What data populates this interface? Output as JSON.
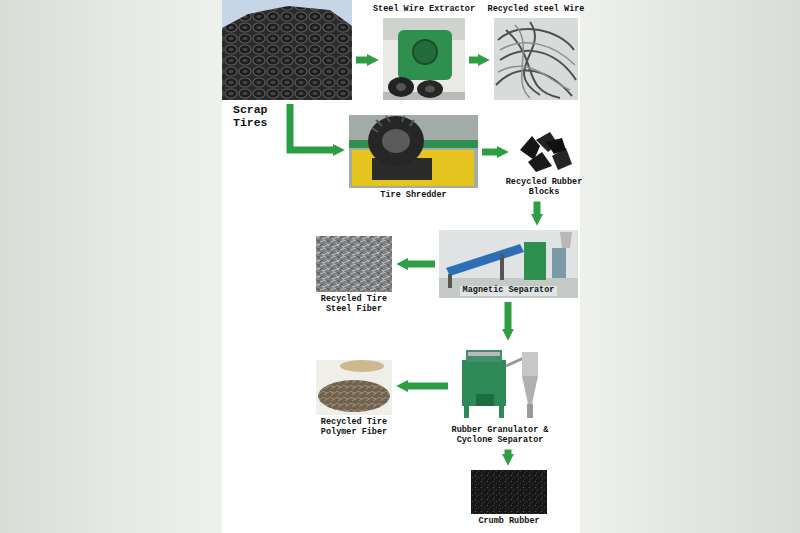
{
  "diagram": {
    "nodes": [
      {
        "text": [
          "Scrap Tires"
        ]
      },
      {
        "text": [
          "Steel Wire Extractor"
        ]
      },
      {
        "text": [
          "Recycled steel Wire"
        ]
      },
      {
        "text": [
          "Tire Shredder"
        ]
      },
      {
        "text": [
          "Recycled Rubber Blocks"
        ]
      },
      {
        "text": [
          "Magnetic Separator"
        ]
      },
      {
        "text": [
          "Recycled Tire Steel Fiber"
        ]
      },
      {
        "text": [
          "Rubber Granulator & Cyclone Separator"
        ]
      },
      {
        "text": [
          "Recycled Tire Polymer Fiber"
        ]
      },
      {
        "text": [
          "Crumb Rubber"
        ]
      }
    ],
    "edges": [
      {
        "from": 0,
        "to": 1,
        "arrow": "to"
      },
      {
        "from": 1,
        "to": 2,
        "arrow": "to"
      },
      {
        "from": 0,
        "to": 3,
        "arrow": "to"
      },
      {
        "from": 3,
        "to": 4,
        "arrow": "to"
      },
      {
        "from": 4,
        "to": 5,
        "arrow": "to"
      },
      {
        "from": 5,
        "to": 6,
        "arrow": "to"
      },
      {
        "from": 5,
        "to": 7,
        "arrow": "to"
      },
      {
        "from": 7,
        "to": 8,
        "arrow": "to"
      },
      {
        "from": 7,
        "to": 9,
        "arrow": "to"
      }
    ]
  }
}
